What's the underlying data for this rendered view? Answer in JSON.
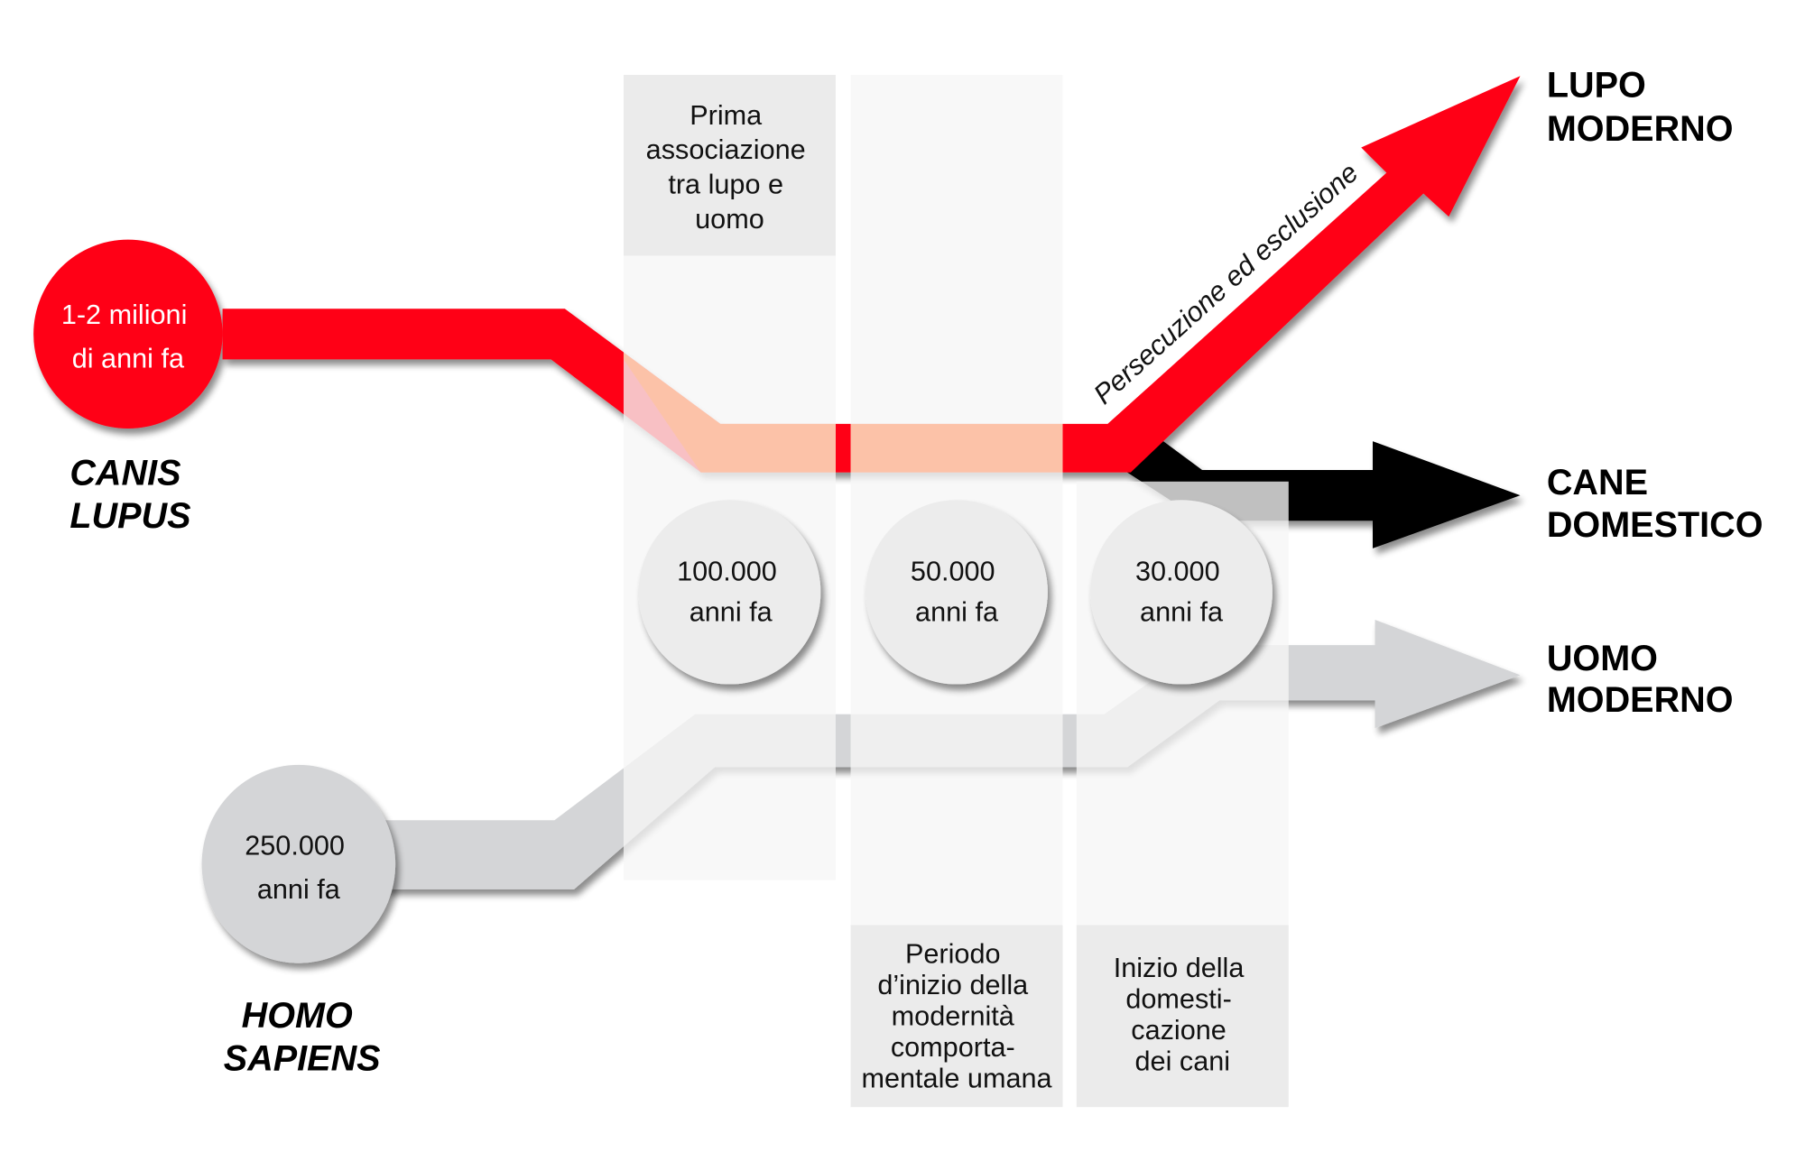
{
  "colors": {
    "wolf_red": "#ff0016",
    "wolf_pale": "#fcc2a8",
    "dog_black": "#000000",
    "human_gray": "#d4d5d7",
    "panel_header": "#ebebeb",
    "panel_body": "#f6f6f6",
    "time_circle": "#ececec"
  },
  "origins": {
    "wolf": {
      "age": [
        "1-2 milioni",
        "di anni fa"
      ],
      "species": [
        "CANIS",
        "LUPUS"
      ]
    },
    "human": {
      "age": [
        "250.000",
        "anni fa"
      ],
      "species": [
        "HOMO",
        "SAPIENS"
      ]
    }
  },
  "timeline": [
    {
      "age": [
        "100.000",
        "anni fa"
      ],
      "note": [
        "Prima",
        "associazione",
        "tra lupo e",
        "uomo"
      ],
      "note_position": "top"
    },
    {
      "age": [
        "50.000",
        "anni fa"
      ],
      "note": [
        "Periodo",
        "d’inizio della",
        "modernità",
        "comporta-",
        "mentale umana"
      ],
      "note_position": "bottom"
    },
    {
      "age": [
        "30.000",
        "anni fa"
      ],
      "note": [
        "Inizio della",
        "domesti-",
        "cazione",
        "dei cani"
      ],
      "note_position": "bottom"
    }
  ],
  "branch_label": "Persecuzione ed esclusione",
  "outcomes": {
    "wolf": [
      "LUPO",
      "MODERNO"
    ],
    "dog": [
      "CANE",
      "DOMESTICO"
    ],
    "human": [
      "UOMO",
      "MODERNO"
    ]
  }
}
